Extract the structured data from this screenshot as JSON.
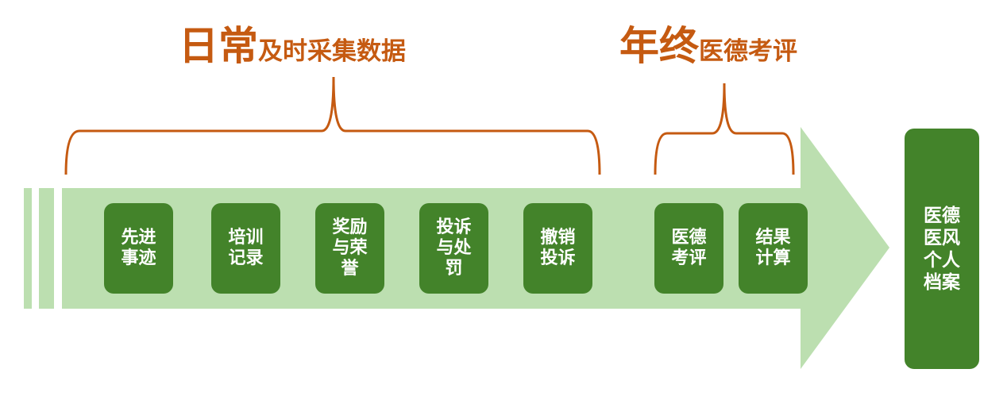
{
  "titles": {
    "daily": {
      "big": "日常",
      "small": "及时采集数据"
    },
    "annual": {
      "big": "年终",
      "small": "医德考评"
    }
  },
  "daily_steps": [
    "先进事迹",
    "培训记录",
    "奖励与荣誉",
    "投诉与处罚",
    "撤销投诉"
  ],
  "annual_steps": [
    "医德考评",
    "结果计算"
  ],
  "result": "医德医风个人档案",
  "colors": {
    "accent": "#c55a11",
    "band": "#bcdfb0",
    "box": "#43832a"
  }
}
